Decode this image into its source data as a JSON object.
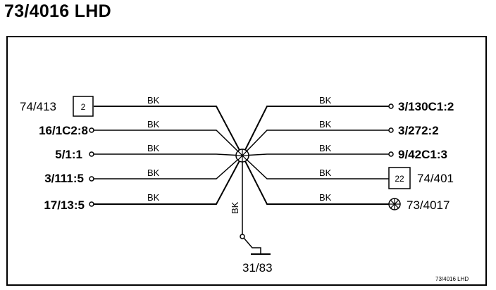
{
  "title": "73/4016 LHD",
  "footer_code": "73/4016 LHD",
  "wire_color": "BK",
  "left_connections": [
    {
      "label": "74/413",
      "box": "2"
    },
    {
      "label": "16/1C2:8"
    },
    {
      "label": "5/1:1"
    },
    {
      "label": "3/111:5"
    },
    {
      "label": "17/13:5"
    }
  ],
  "right_connections": [
    {
      "label": "3/130C1:2"
    },
    {
      "label": "3/272:2"
    },
    {
      "label": "9/42C1:3"
    },
    {
      "label": "74/401",
      "box": "22"
    },
    {
      "label": "73/4017"
    }
  ],
  "ground": {
    "label": "31/83"
  }
}
